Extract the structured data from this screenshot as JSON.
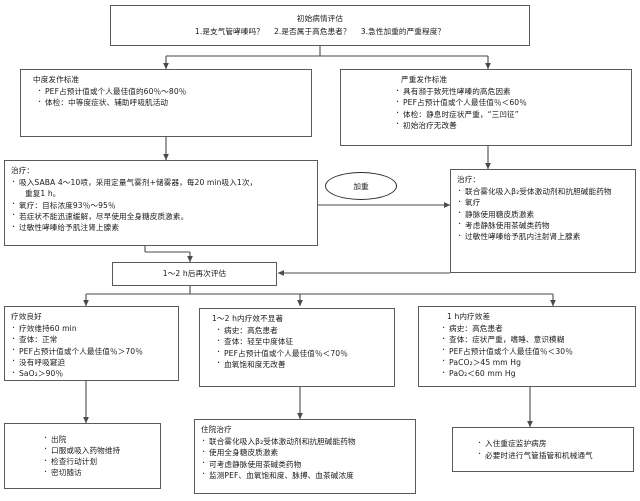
{
  "title": "支气管哮嗪急性加重诊疗流程",
  "nodes": {
    "initial_assessment": {
      "heading": "初始病情评估",
      "line2": "1.是支气管哮嗪吗？    2.是否属于高危患者？    3.急性加重的严重程度？"
    },
    "moderate_criteria": {
      "heading": "中度发作标准",
      "items": [
        "PEF占预计值或个人最佳值的60％～80％",
        "体检：中等度症状、辅助呼吸肌活动"
      ]
    },
    "severe_criteria": {
      "heading": "严重发作标准",
      "items": [
        "具有濒于致死性哮嗪的高危因素",
        "PEF占预计值或个人最佳值％＜60％",
        "体检：静息时症状严重，“三凹征”",
        "初始治疗无改善"
      ]
    },
    "moderate_treatment": {
      "heading": "治疗：",
      "items": [
        "吸入SABA 4～10喷，采用定量气雾剂+储雾器，每20 min吸入1次，",
        "氧疗：目标浓度93％～95％",
        "若症状不能迅速缓解，尽早使用全身糖皮质激素。",
        "过敏性哮嗪给予肌注肾上腺素"
      ],
      "continuation": "重复1 h。"
    },
    "severe_treatment": {
      "heading": "治疗：",
      "items": [
        "联合雾化吸入β₂受体激动剂和抗胆碱能药物",
        "氧疗",
        "静脉使用糖皮质激素",
        "考虑静脉使用茶碱类药物",
        "过敏性哮嗪给予肌内注射肾上腺素"
      ]
    },
    "worsening": {
      "label": "加重"
    },
    "reassess": {
      "label": "1～2 h后再次评估"
    },
    "good_response": {
      "heading": "疗效良好",
      "items": [
        "疗效维持60 min",
        "查体：正常",
        "PEF占预计值或个人最佳值％＞70％",
        "没有呼吸窘迫",
        "SaO₂＞90％"
      ]
    },
    "incomplete_response": {
      "heading": "1～2 h内疗效不显著",
      "items": [
        "病史：高危患者",
        "查体：轻至中度体征",
        "PEF占预计值或个人最佳值％＜70％",
        "血氧饱和度无改善"
      ]
    },
    "poor_response": {
      "heading": "1 h内疗效差",
      "items": [
        "病史：高危患者",
        "查体：症状严重，嗜睡、意识模糊",
        "PEF占预计值或个人最佳值％＜30％",
        "PaCO₂＞45 mm Hg",
        "PaO₂＜60 mm Hg"
      ]
    },
    "discharge": {
      "items": [
        "出院",
        "口服或吸入药物维持",
        "检查行动计划",
        "密切随访"
      ]
    },
    "inpatient": {
      "heading": "住院治疗",
      "items": [
        "联合雾化吸入β₂受体激动剂和抗胆碱能药物",
        "使用全身糖皮质激素",
        "可考虑静脉使用茶碱类药物",
        "监测PEF、血氧饱和度、脉搏、血茶碱浓度"
      ]
    },
    "icu": {
      "items": [
        "入住重症监护病房",
        "必要时进行气管插管和机械通气"
      ]
    }
  },
  "colors": {
    "border": "#5a5a5a",
    "connector": "#4a4a4a",
    "text": "#1a1a1a",
    "background": "#ffffff"
  }
}
